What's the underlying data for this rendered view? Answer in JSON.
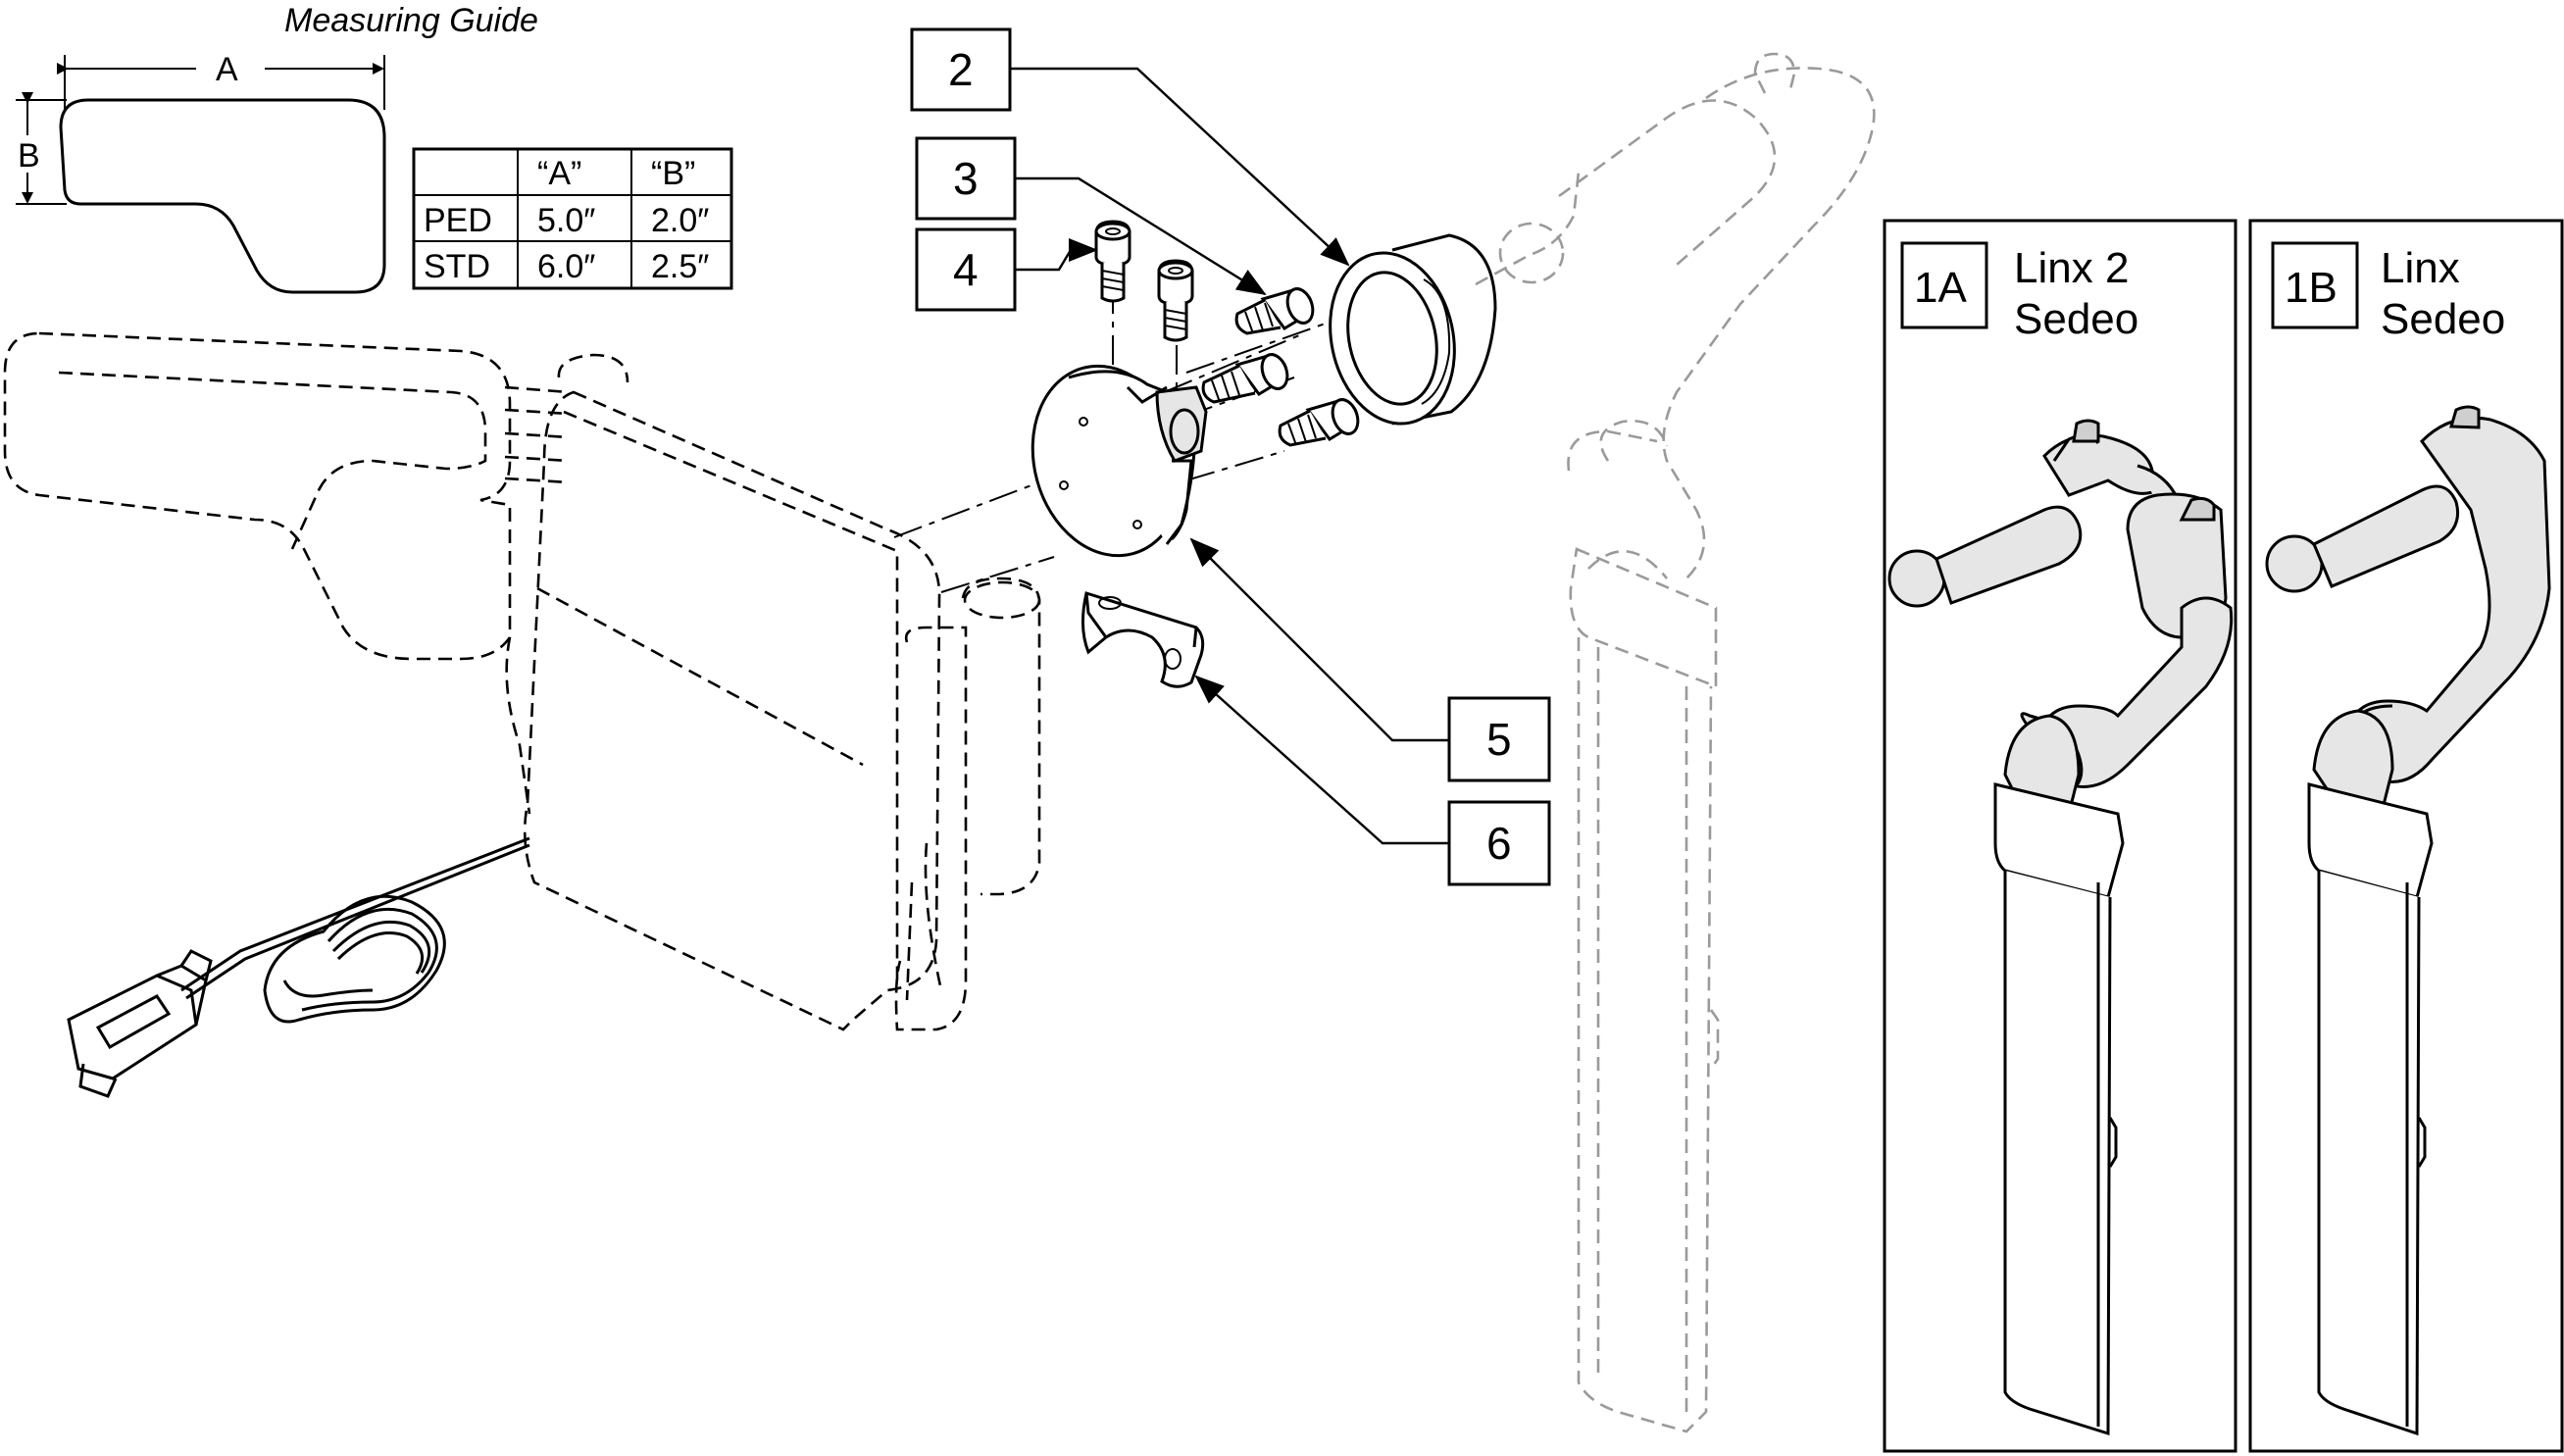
{
  "measuring_guide": {
    "title": "Measuring Guide",
    "dim_a_label": "A",
    "dim_b_label": "B",
    "table": {
      "headers": [
        "",
        "“A”",
        "“B”"
      ],
      "rows": [
        [
          "PED",
          "5.0″",
          "2.0″"
        ],
        [
          "STD",
          "6.0″",
          "2.5″"
        ]
      ]
    }
  },
  "callouts": {
    "c2": "2",
    "c3": "3",
    "c4": "4",
    "c5": "5",
    "c6": "6"
  },
  "variants": [
    {
      "id": "1A",
      "line1": "Linx 2",
      "line2": "Sedeo"
    },
    {
      "id": "1B",
      "line1": "Linx",
      "line2": "Sedeo"
    }
  ]
}
